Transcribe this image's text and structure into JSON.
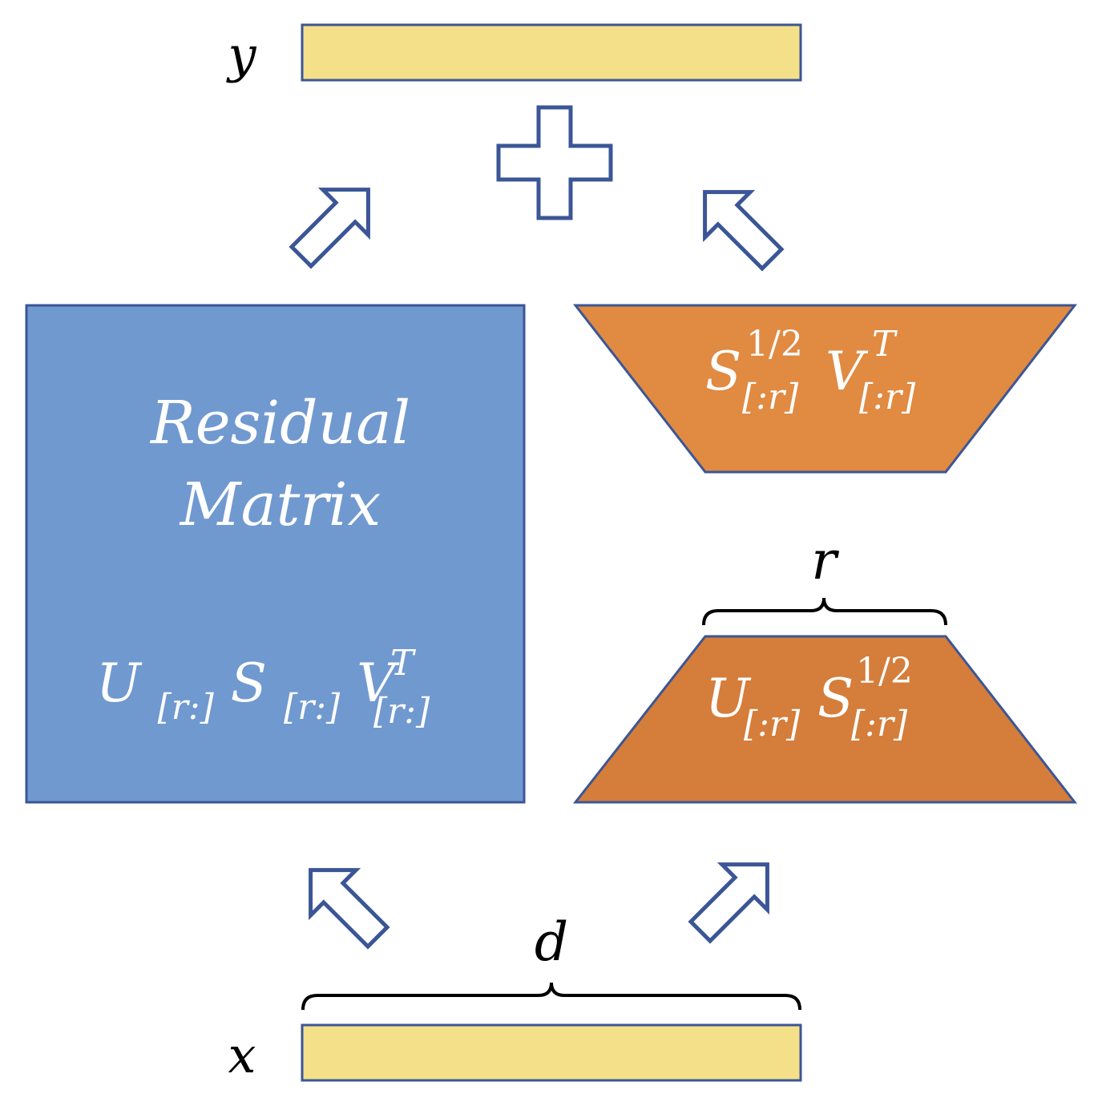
{
  "labels": {
    "y": "y",
    "x": "x",
    "d": "d",
    "r": "r"
  },
  "residual": {
    "title_line1": "Residual",
    "title_line2": "Matrix",
    "formula": {
      "U": "U",
      "U_sub": "[r:]",
      "S": "S",
      "S_sub": "[r:]",
      "V": "V",
      "V_sub": "[r:]",
      "V_sup": "T"
    }
  },
  "top_trapezoid": {
    "S": "S",
    "S_sup": "1/2",
    "S_sub": "[:r]",
    "V": "V",
    "V_sup": "T",
    "V_sub": "[:r]"
  },
  "bottom_trapezoid": {
    "U": "U",
    "U_sub": "[:r]",
    "S": "S",
    "S_sup": "1/2",
    "S_sub": "[:r]"
  },
  "colors": {
    "vector_fill": "#F5E08A",
    "residual_fill": "#7099D0",
    "top_trap_fill": "#E08A42",
    "bottom_trap_fill": "#D57D3A",
    "outline": "#3B5696",
    "text_dark": "#000000",
    "text_light": "#FFFFFF"
  },
  "icons": {
    "plus": "plus-icon",
    "arrow": "hollow-arrow-icon"
  }
}
